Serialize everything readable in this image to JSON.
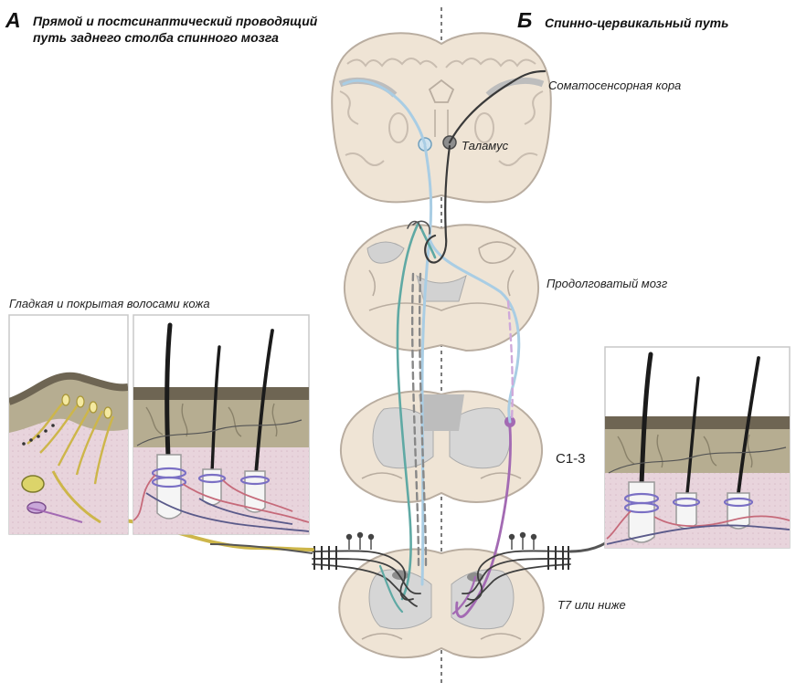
{
  "panels": {
    "a": {
      "letter": "А",
      "title_line1": "Прямой и постсинаптический проводящий",
      "title_line2": "путь заднего столба спинного мозга"
    },
    "b": {
      "letter": "Б",
      "title": "Спинно-цервикальный путь"
    }
  },
  "labels": {
    "cortex": "Соматосенсорная кора",
    "thalamus": "Таламус",
    "medulla": "Продолговатый мозг",
    "skin": "Гладкая и покрытая волосами кожа",
    "cervical": "C1-3",
    "thoracic": "T7 или ниже"
  },
  "colors": {
    "tissue": "#efe4d5",
    "outline": "#b9ada0",
    "gray_matter": "#d2d2d2",
    "dorsal_column_pathway": "#a9cde4",
    "teal_pathway": "#5fa9a4",
    "spinocervical_pathway": "#a36ab3",
    "afferent_yellow": "#cdb64a",
    "hair": "#1b1b1b",
    "dermis": "#e8d3db",
    "epidermis": "#958b6c"
  }
}
